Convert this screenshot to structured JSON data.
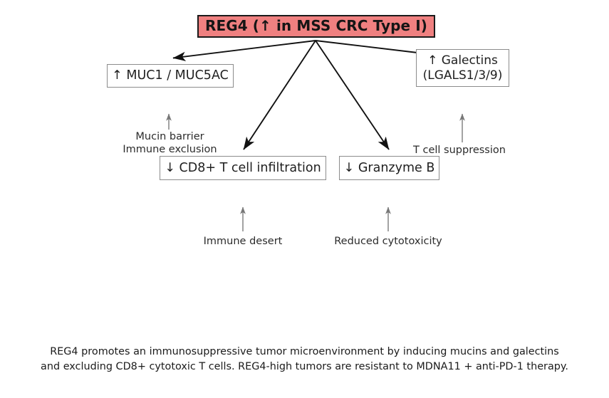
{
  "figure": {
    "background_color": "#ffffff",
    "title_fill_color": "#ef8080",
    "title_border_color": "#1a1a1a",
    "box_border_color": "#8c8c8c",
    "arrow_color": "#111111",
    "annotation_arrow_color": "#777777"
  },
  "nodes": {
    "title": {
      "label": "REG4 (↑ in MSS CRC Type I)"
    },
    "mucins": {
      "label": "↑ MUC1 / MUC5AC"
    },
    "galectins": {
      "line1": "↑ Galectins",
      "line2": "(LGALS1/3/9)"
    },
    "cd8": {
      "label": "↓ CD8+ T cell infiltration"
    },
    "granzyme": {
      "label": "↓ Granzyme B"
    }
  },
  "annotations": {
    "mucin_barrier": {
      "line1": "Mucin barrier",
      "line2": "Immune exclusion"
    },
    "t_cell_suppression": {
      "line1": "T cell suppression"
    },
    "immune_desert": {
      "line1": "Immune desert"
    },
    "reduced_cytotoxicity": {
      "line1": "Reduced cytotoxicity"
    }
  },
  "caption": {
    "line1": "REG4 promotes an immunosuppressive tumor microenvironment by inducing mucins and galectins",
    "line2": "and excluding CD8+ cytotoxic T cells. REG4-high tumors are resistant to MDNA11 + anti-PD-1 therapy."
  },
  "edges": [
    {
      "name": "title-to-mucins",
      "from": "title",
      "to": "mucins",
      "arrowhead": true
    },
    {
      "name": "title-to-galectins",
      "from": "title",
      "to": "galectins",
      "arrowhead": false
    },
    {
      "name": "title-to-cd8",
      "from": "title",
      "to": "cd8",
      "arrowhead": true
    },
    {
      "name": "title-to-granzyme",
      "from": "title",
      "to": "granzyme",
      "arrowhead": true
    },
    {
      "name": "mucin-barrier-up",
      "from": "mucin_barrier_label",
      "to": "mucins",
      "arrowhead": true
    },
    {
      "name": "t-cell-suppression-up",
      "from": "t_cell_suppression_label",
      "to": "galectins",
      "arrowhead": true
    },
    {
      "name": "immune-desert-up",
      "from": "immune_desert_label",
      "to": "cd8",
      "arrowhead": true
    },
    {
      "name": "reduced-cytotoxicity-up",
      "from": "reduced_cytotoxicity_label",
      "to": "granzyme",
      "arrowhead": true
    }
  ]
}
